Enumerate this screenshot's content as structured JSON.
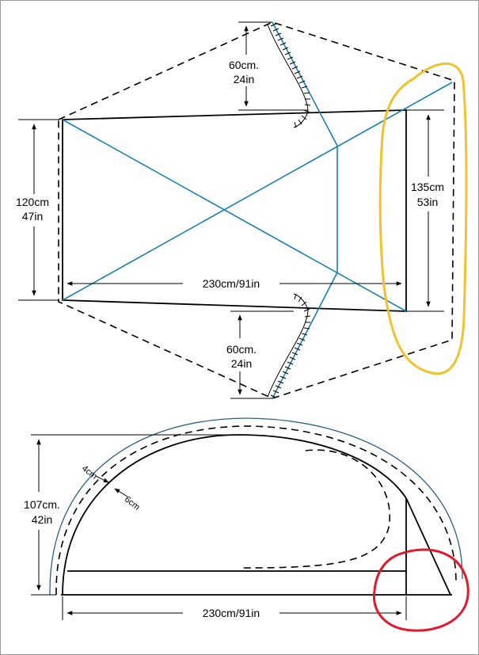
{
  "top_view": {
    "width_left": {
      "metric": "120cm",
      "imperial": "47in"
    },
    "width_right": {
      "metric": "135cm",
      "imperial": "53in"
    },
    "length": "230cm/91in",
    "vestibule_top": {
      "metric": "60cm.",
      "imperial": "24in"
    },
    "vestibule_bottom": {
      "metric": "60cm.",
      "imperial": "24in"
    }
  },
  "side_view": {
    "height": {
      "metric": "107cm.",
      "imperial": "42in"
    },
    "gap_outer": "4cm",
    "gap_inner": "6cm",
    "length": "230cm/91in"
  },
  "colors": {
    "pole": "#1a7fb5",
    "highlight_yellow": "#f2c12e",
    "highlight_red": "#e0192d",
    "fly_outline": "#2b5f86"
  }
}
